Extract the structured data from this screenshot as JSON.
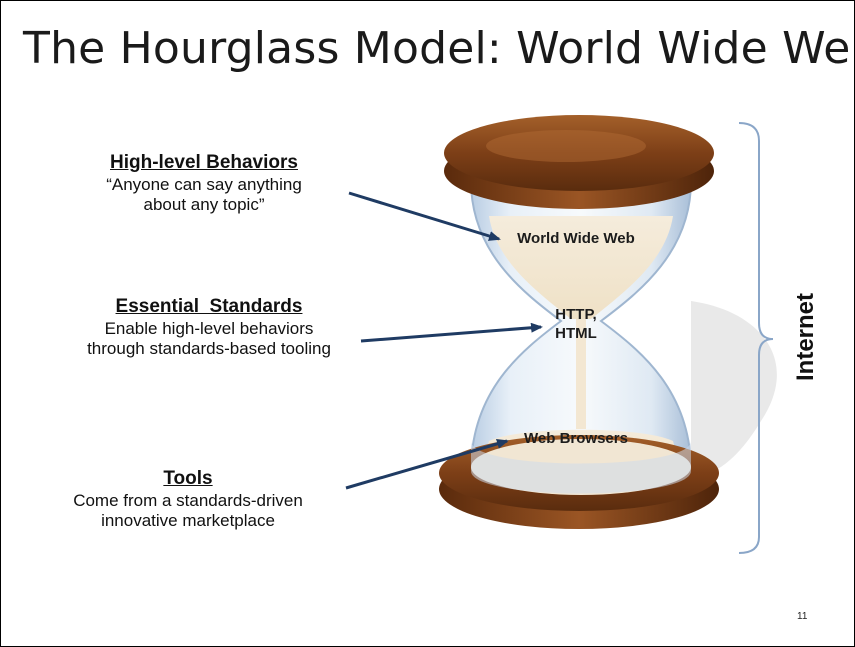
{
  "title": "The Hourglass Model: World Wide Web",
  "blocks": [
    {
      "heading": "High-level Behaviors",
      "line1": "“Anyone can say anything",
      "line2": "about any topic”"
    },
    {
      "heading": "Essential  Standards",
      "line1": "Enable high-level behaviors",
      "line2": "through standards-based tooling"
    },
    {
      "heading": "Tools",
      "line1": "Come from a standards-driven",
      "line2": "innovative marketplace"
    }
  ],
  "hourglass_labels": {
    "top": "World Wide Web",
    "middle_line1": "HTTP,",
    "middle_line2": "HTML",
    "bottom": "Web Browsers"
  },
  "bracket_label": "Internet",
  "page_number": "11",
  "colors": {
    "arrow": "#1f3b63",
    "bracket": "#8aa6c8",
    "wood": "#8b4a1c",
    "sand": "#f3e6d0"
  }
}
